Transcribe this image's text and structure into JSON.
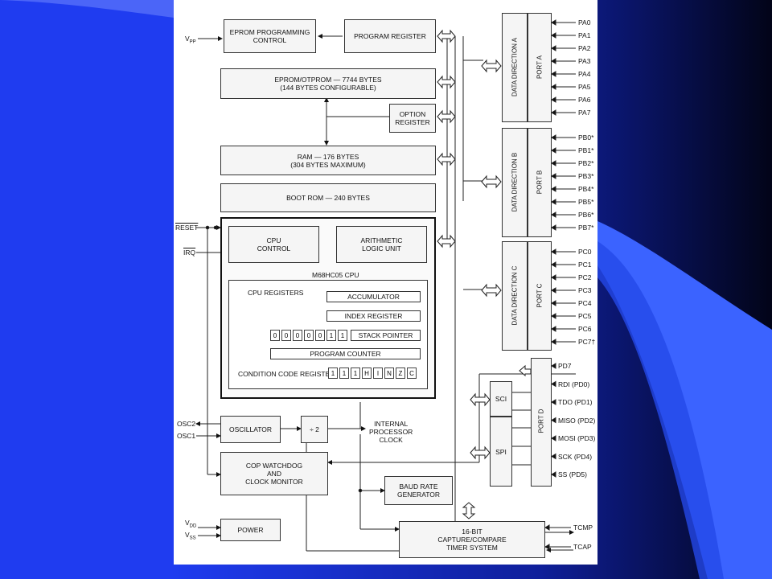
{
  "blocks": {
    "eprom_control": "EPROM PROGRAMMING\nCONTROL",
    "program_register": "PROGRAM REGISTER",
    "eprom": "EPROM/OTPROM — 7744 BYTES\n(144 BYTES CONFIGURABLE)",
    "option_register": "OPTION\nREGISTER",
    "ram": "RAM — 176 BYTES\n(304 BYTES MAXIMUM)",
    "boot_rom": "BOOT ROM — 240 BYTES",
    "cpu_control": "CPU\nCONTROL",
    "alu": "ARITHMETIC\nLOGIC UNIT",
    "cpu_title": "M68HC05 CPU",
    "cpu_registers": "CPU REGISTERS",
    "accumulator": "ACCUMULATOR",
    "index_register": "INDEX REGISTER",
    "stack_pointer": "STACK POINTER",
    "program_counter": "PROGRAM COUNTER",
    "ccr": "CONDITION CODE REGISTER",
    "oscillator": "OSCILLATOR",
    "divider": "÷ 2",
    "internal_clock": "INTERNAL\nPROCESSOR\nCLOCK",
    "cop": "COP WATCHDOG\nAND\nCLOCK MONITOR",
    "baud": "BAUD RATE\nGENERATOR",
    "power": "POWER",
    "timer": "16-BIT\nCAPTURE/COMPARE\nTIMER SYSTEM",
    "sci": "SCI",
    "spi": "SPI",
    "port_a": "PORT A",
    "ddr_a": "DATA DIRECTION A",
    "port_b": "PORT B",
    "ddr_b": "DATA DIRECTION B",
    "port_c": "PORT C",
    "ddr_c": "DATA DIRECTION C",
    "port_d": "PORT D"
  },
  "stack_bits": [
    "0",
    "0",
    "0",
    "0",
    "0",
    "1",
    "1"
  ],
  "ccr_bits": [
    "1",
    "1",
    "1",
    "H",
    "I",
    "N",
    "Z",
    "C"
  ],
  "left_pins": {
    "vpp": "V",
    "vpp_sub": "PP",
    "reset": "RESET",
    "irq": "IRQ",
    "osc2": "OSC2",
    "osc1": "OSC1",
    "vdd": "V",
    "vdd_sub": "DD",
    "vss": "V",
    "vss_sub": "SS"
  },
  "port_a_pins": [
    "PA0",
    "PA1",
    "PA2",
    "PA3",
    "PA4",
    "PA5",
    "PA6",
    "PA7"
  ],
  "port_b_pins": [
    "PB0*",
    "PB1*",
    "PB2*",
    "PB3*",
    "PB4*",
    "PB5*",
    "PB6*",
    "PB7*"
  ],
  "port_c_pins": [
    "PC0",
    "PC1",
    "PC2",
    "PC3",
    "PC4",
    "PC5",
    "PC6",
    "PC7†"
  ],
  "port_d_pins": [
    "PD7",
    "RDI (PD0)",
    "TDO (PD1)",
    "MISO (PD2)",
    "MOSI (PD3)",
    "SCK (PD4)",
    "SS (PD5)"
  ],
  "timer_pins": [
    "TCMP",
    "TCAP"
  ]
}
